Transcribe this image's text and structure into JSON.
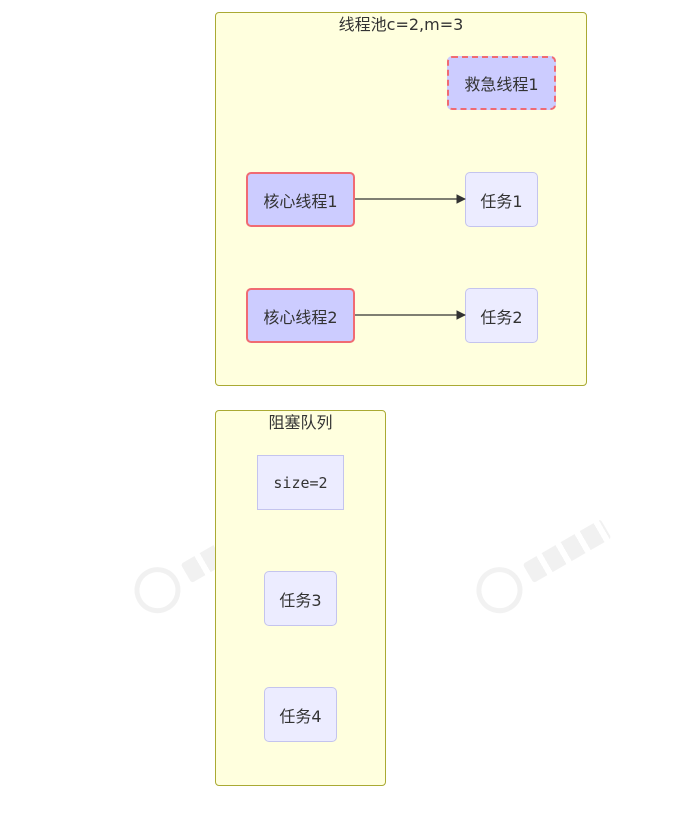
{
  "pool": {
    "title": "线程池c=2,m=3",
    "rescue_thread": "救急线程1",
    "core_threads": [
      "核心线程1",
      "核心线程2"
    ],
    "running_tasks": [
      "任务1",
      "任务2"
    ]
  },
  "queue": {
    "title": "阻塞队列",
    "size_label": "size=2",
    "queued_tasks": [
      "任务3",
      "任务4"
    ]
  },
  "colors": {
    "cluster_fill": "#ffffde",
    "cluster_border": "#aaaa33",
    "thread_fill": "#ccccff",
    "thread_border": "#f06b73",
    "task_fill": "#ececff",
    "task_border": "#c4c4ee",
    "edge": "#333333"
  }
}
